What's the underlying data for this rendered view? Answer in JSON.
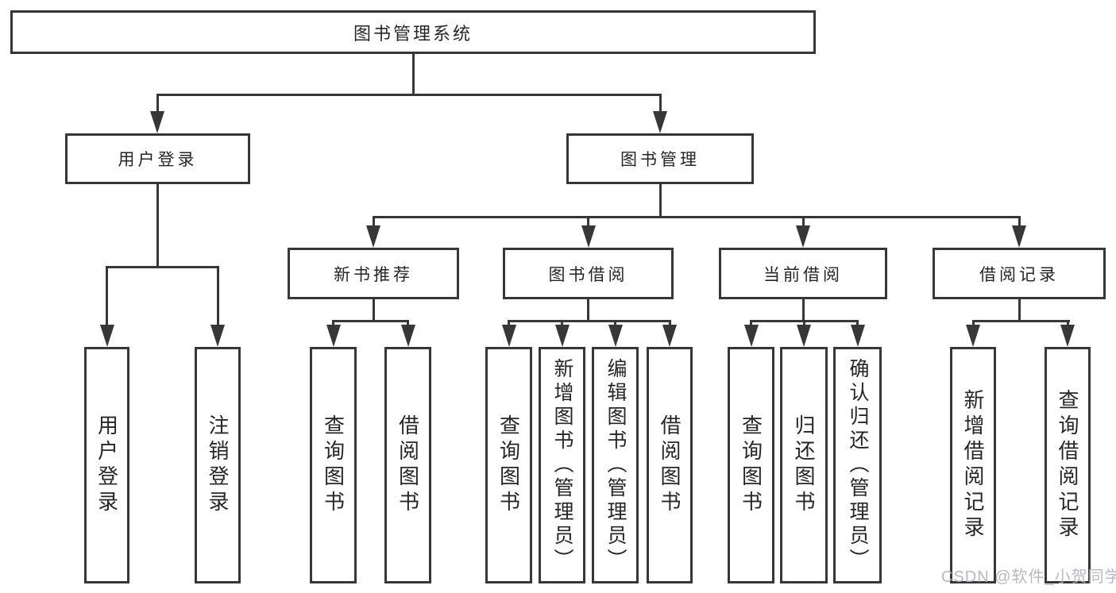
{
  "nodes": {
    "root": "图书管理系统",
    "level2": {
      "user_login": "用户登录",
      "book_management": "图书管理"
    },
    "level3": {
      "new_book_recommend": "新书推荐",
      "book_borrow": "图书借阅",
      "current_borrow": "当前借阅",
      "borrow_records": "借阅记录"
    },
    "leaves": {
      "user_login": "用户登录",
      "logout": "注销登录",
      "recommend_query_books": "查询图书",
      "recommend_borrow_books": "借阅图书",
      "borrow_query_books": "查询图书",
      "borrow_add_books": "新增图书（管理员）",
      "borrow_edit_books": "编辑图书（管理员）",
      "borrow_borrow_books": "借阅图书",
      "current_query_books": "查询图书",
      "current_return_books": "归还图书",
      "current_confirm_return": "确认归还（管理员）",
      "records_add_record": "新增借阅记录",
      "records_query_record": "查询借阅记录"
    }
  },
  "colors": {
    "line": "#373737",
    "box_border": "#373737",
    "text": "#262626",
    "background": "#ffffff",
    "watermark": "#b0b4ba"
  },
  "watermark": "CSDN @软件_小贺同学"
}
